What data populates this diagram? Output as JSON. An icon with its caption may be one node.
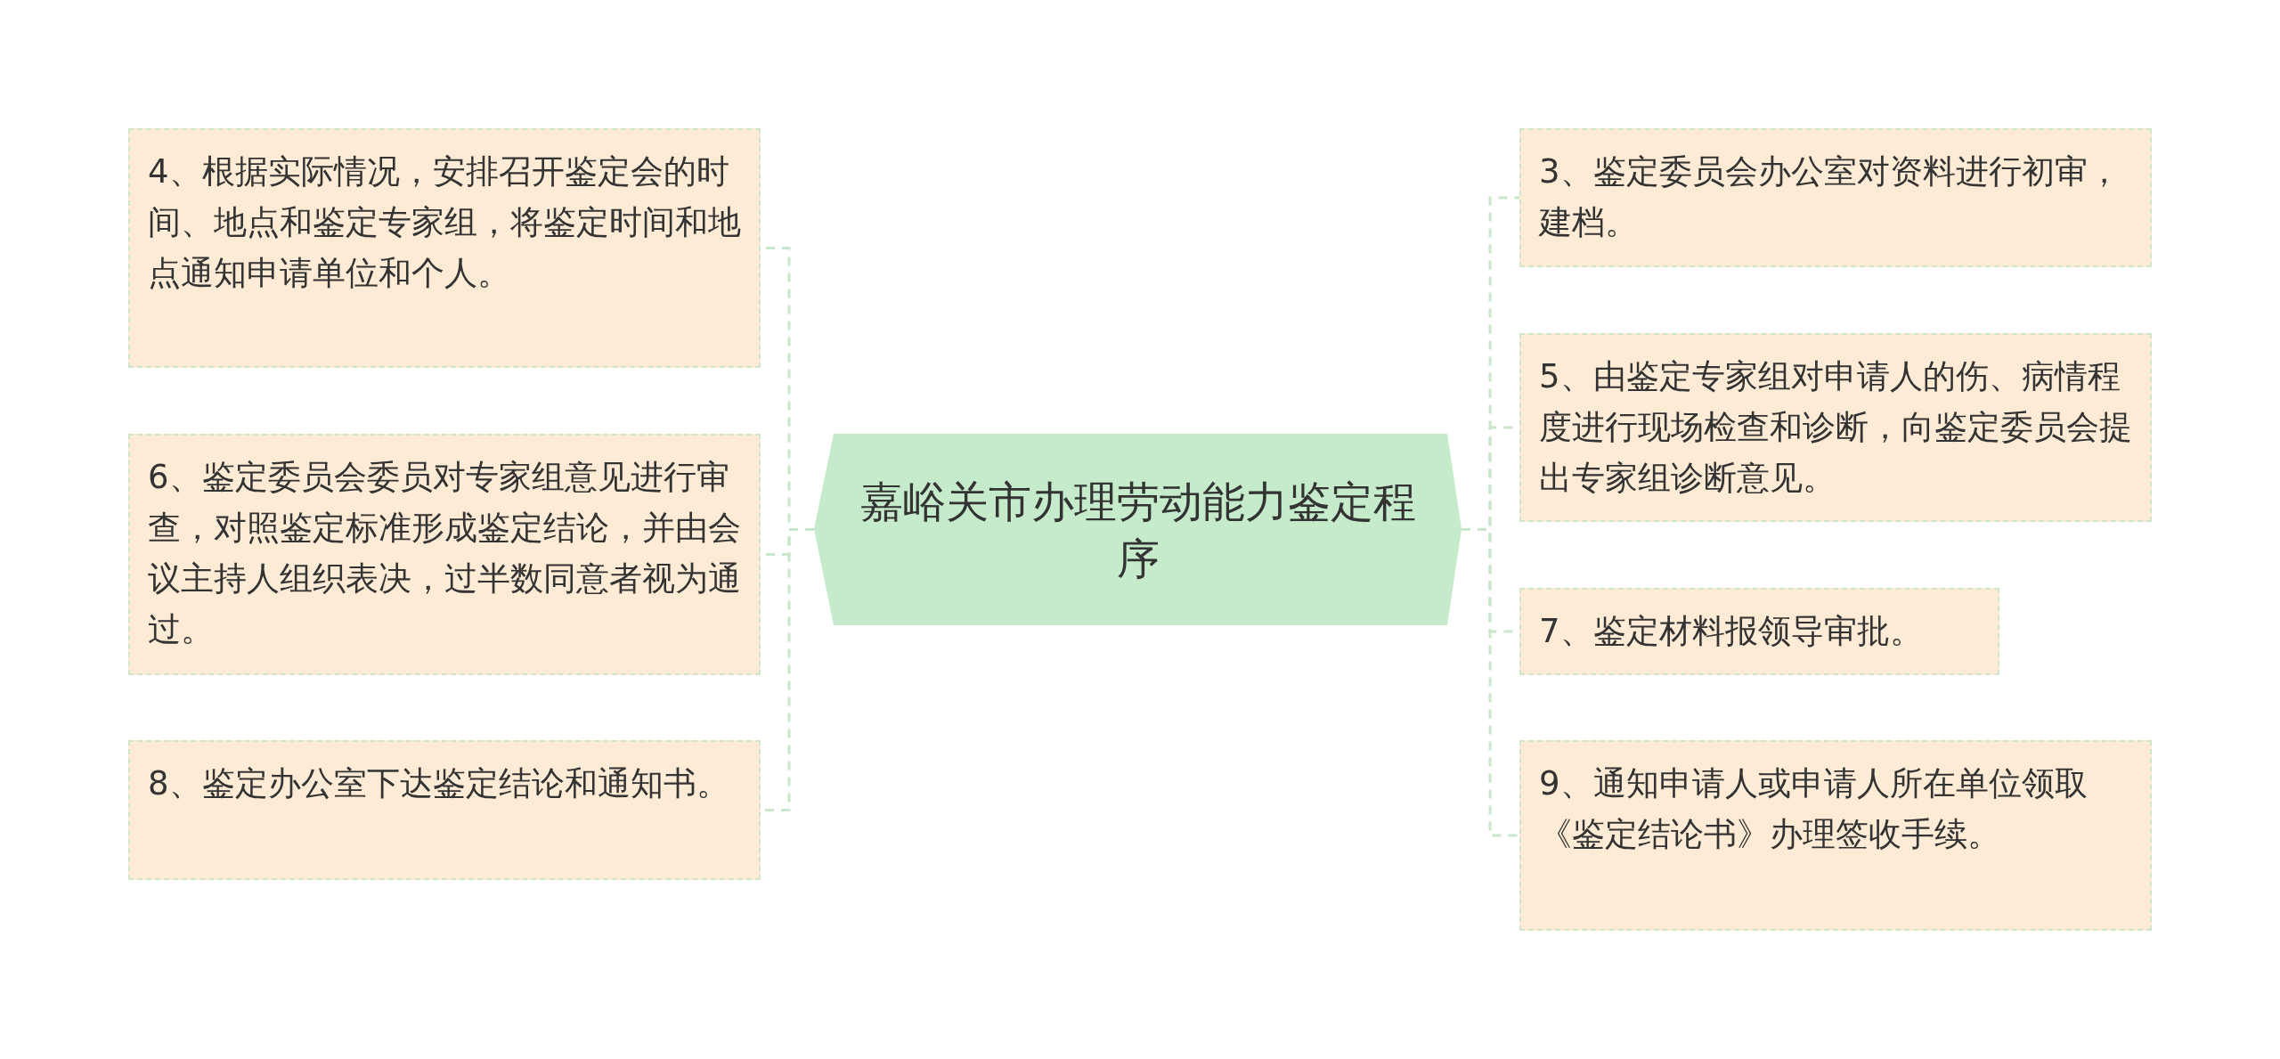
{
  "diagram": {
    "nodes": [
      {
        "text": [
          "嘉峪关市办理劳动能力鉴定程序"
        ]
      },
      {
        "text": [
          "4、根据实际情况，安排召开鉴定会的时间、地点和鉴定专家组，将鉴定时间和地点通知申请单位和个人。"
        ]
      },
      {
        "text": [
          "6、鉴定委员会委员对专家组意见进行审查，对照鉴定标准形成鉴定结论，并由会议主持人组织表决，过半数同意者视为通过。"
        ]
      },
      {
        "text": [
          "8、鉴定办公室下达鉴定结论和通知书。"
        ]
      },
      {
        "text": [
          "3、鉴定委员会办公室对资料进行初审，建档。"
        ]
      },
      {
        "text": [
          "5、由鉴定专家组对申请人的伤、病情程度进行现场检查和诊断，向鉴定委员会提出专家组诊断意见。"
        ]
      },
      {
        "text": [
          "7、鉴定材料报领导审批。"
        ]
      },
      {
        "text": [
          "9、通知申请人或申请人所在单位领取《鉴定结论书》办理签收手续。"
        ]
      }
    ],
    "edges": [
      {
        "from": 0,
        "to": 1,
        "arrow": "none",
        "style": "dashed"
      },
      {
        "from": 0,
        "to": 2,
        "arrow": "none",
        "style": "dashed"
      },
      {
        "from": 0,
        "to": 3,
        "arrow": "none",
        "style": "dashed"
      },
      {
        "from": 0,
        "to": 4,
        "arrow": "none",
        "style": "dashed"
      },
      {
        "from": 0,
        "to": 5,
        "arrow": "none",
        "style": "dashed"
      },
      {
        "from": 0,
        "to": 6,
        "arrow": "none",
        "style": "dashed"
      },
      {
        "from": 0,
        "to": 7,
        "arrow": "none",
        "style": "dashed"
      }
    ]
  }
}
